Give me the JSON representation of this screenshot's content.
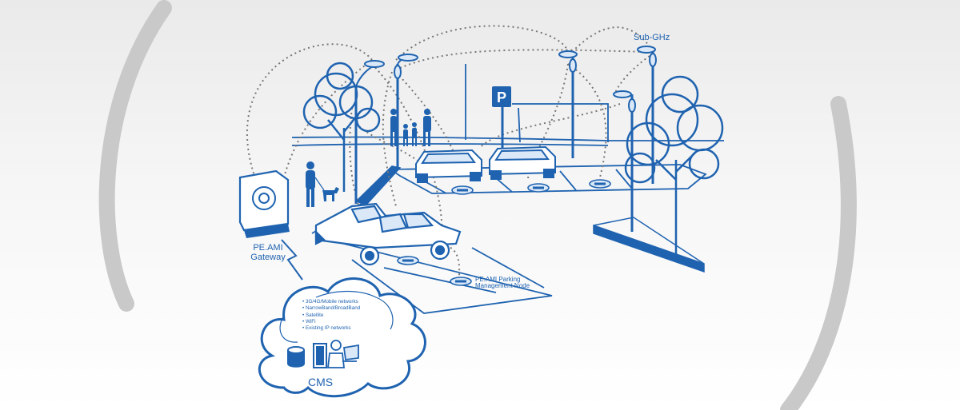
{
  "colors": {
    "line": "#1f63b0",
    "fill_light": "#dbe8f7",
    "arc_gray": "#c9c9c9",
    "link_dots": "#777777"
  },
  "labels": {
    "gateway": [
      "PE.AMI",
      "Gateway"
    ],
    "radio": "Sub-GHz",
    "parking_node": [
      "PE.AMI Parking",
      "Management Node"
    ],
    "parking_sign": "P",
    "cms": "CMS"
  },
  "networks": [
    "3G/4G/Mobile networks",
    "NarrowBand/BroadBand",
    "Satellite",
    "WiFi",
    "Existing IP networks"
  ],
  "icons": [
    "gateway-icon",
    "streetlight-icon",
    "tree-icon",
    "car-icon",
    "parking-sensor-icon",
    "parking-sign-icon",
    "family-figures-icon",
    "person-with-dog-icon",
    "lightning-link-icon",
    "cloud-icon",
    "database-icon",
    "server-icon",
    "operator-icon"
  ]
}
